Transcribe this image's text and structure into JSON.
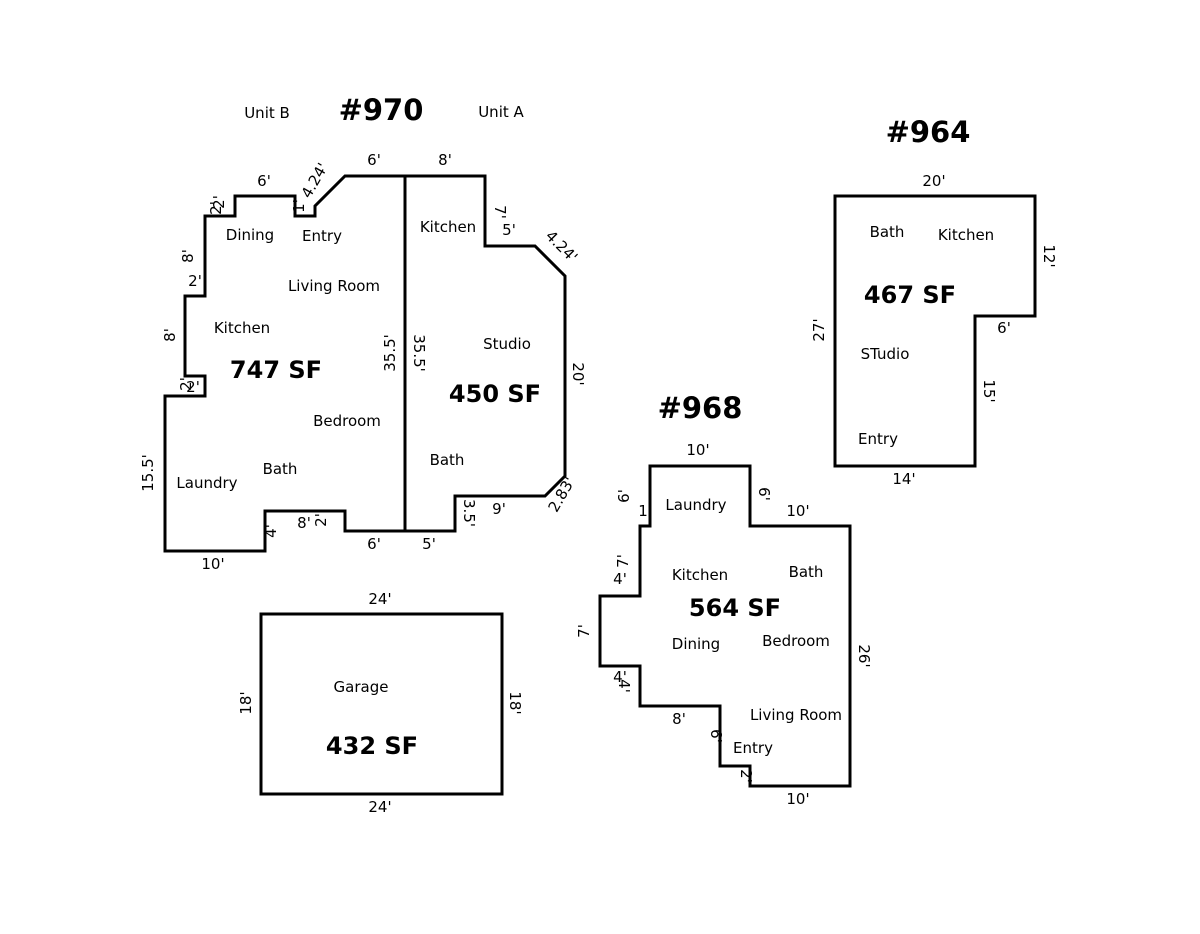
{
  "buildings": {
    "b970": {
      "title": "#970",
      "unit_b_label": "Unit B",
      "unit_a_label": "Unit A",
      "unit_b": {
        "area": "747 SF",
        "rooms": [
          "Dining",
          "Entry",
          "Living Room",
          "Kitchen",
          "Bedroom",
          "Bath",
          "Laundry"
        ],
        "dims": [
          "6'",
          "4.24'",
          "2'",
          "2'",
          "8'",
          "2'",
          "8'",
          "2'",
          "2'",
          "15.5'",
          "10'",
          "4'",
          "8'",
          "2'",
          "6'",
          "35.5'",
          "1'",
          "2'"
        ]
      },
      "unit_a": {
        "area": "450 SF",
        "rooms": [
          "Kitchen",
          "Studio",
          "Bath"
        ],
        "dims": [
          "6'",
          "8'",
          "7'",
          "5'",
          "4.24'",
          "20'",
          "2.83'",
          "9'",
          "3.5'",
          "5'",
          "35.5'"
        ]
      }
    },
    "garage": {
      "room": "Garage",
      "area": "432 SF",
      "dims": [
        "24'",
        "18'",
        "18'",
        "24'"
      ]
    },
    "b968": {
      "title": "#968",
      "area": "564 SF",
      "rooms": [
        "Laundry",
        "Kitchen",
        "Bath",
        "Dining",
        "Bedroom",
        "Living Room",
        "Entry"
      ],
      "dims": [
        "10'",
        "6'",
        "6'",
        "1",
        "10'",
        "7'",
        "4'",
        "7'",
        "4'",
        "4'",
        "26'",
        "8'",
        "6'",
        "2'",
        "10'"
      ]
    },
    "b964": {
      "title": "#964",
      "area": "467 SF",
      "rooms": [
        "Bath",
        "Kitchen",
        "STudio",
        "Entry"
      ],
      "dims": [
        "20'",
        "12'",
        "6'",
        "27'",
        "15'",
        "14'"
      ]
    }
  }
}
